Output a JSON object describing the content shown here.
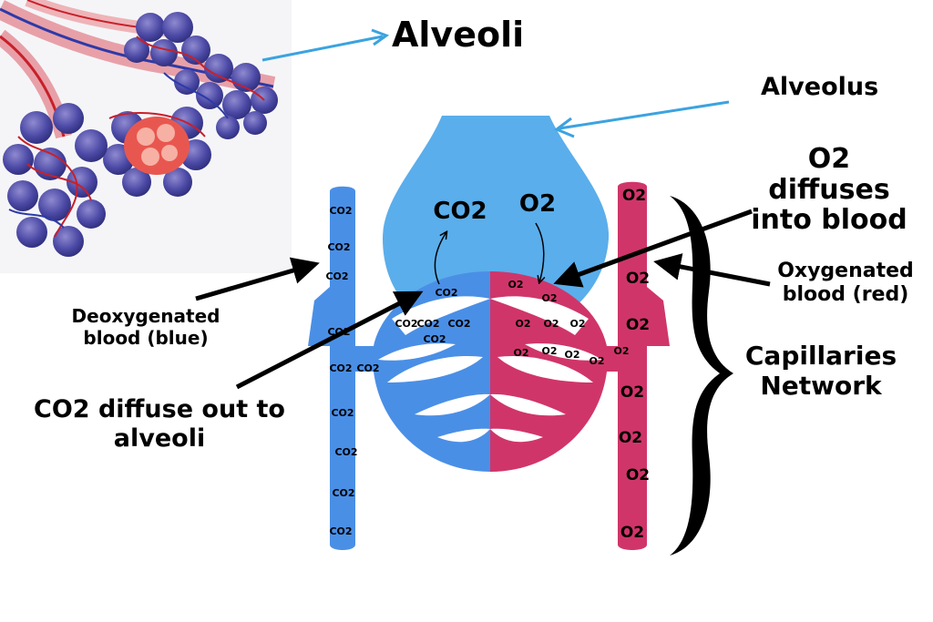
{
  "labels": {
    "alveoli": "Alveoli",
    "alveolus": "Alveolus",
    "o2_diffuses": [
      "O2",
      "diffuses",
      "into blood"
    ],
    "oxygenated": [
      "Oxygenated",
      "blood (red)"
    ],
    "deoxygenated": [
      "Deoxygenated",
      "blood (blue)"
    ],
    "co2_diffuse": [
      "CO2 diffuse out to",
      "alveoli"
    ],
    "capillaries": [
      "Capillaries",
      "Network"
    ],
    "alveolus_co2": "CO2",
    "alveolus_o2": "O2"
  },
  "blue_vessel_co2": [
    "CO2",
    "CO2",
    "CO2",
    "CO2",
    "CO2",
    "CO2",
    "CO2",
    "CO2",
    "CO2",
    "CO2"
  ],
  "blue_network_co2": [
    "CO2",
    "CO2",
    "CO2",
    "CO2",
    "CO2"
  ],
  "red_network_o2": [
    "O2",
    "O2",
    "O2",
    "O2",
    "O2",
    "O2",
    "O2",
    "O2",
    "O2",
    "O2"
  ],
  "red_vessel_o2": [
    "O2",
    "O2",
    "O2",
    "O2",
    "O2",
    "O2",
    "O2"
  ],
  "colors": {
    "alveolus": "#5aaeeb",
    "deoxygenated_blue": "#4a8fe6",
    "oxygenated_red": "#d0356a",
    "pointer_arrow": "#3ba3e0",
    "black_arrow": "#000000"
  },
  "icons": {
    "alveoli_illustration": "alveoli-cluster-icon",
    "brace": "curly-brace-icon"
  }
}
